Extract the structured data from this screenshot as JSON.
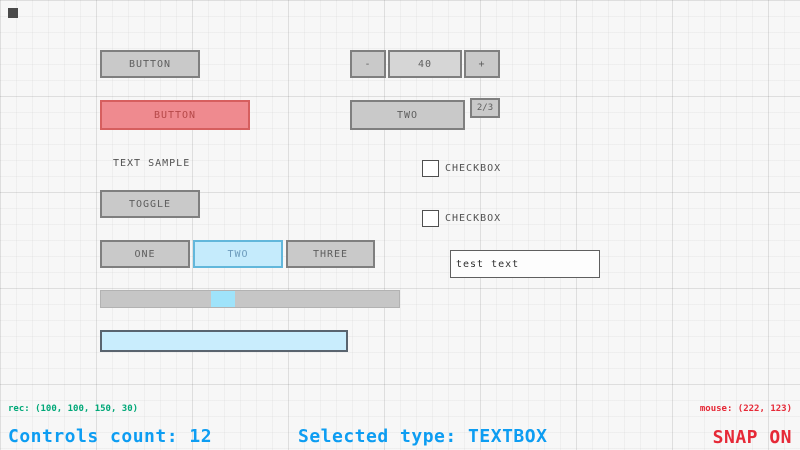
{
  "controls": {
    "button": {
      "label": "BUTTON"
    },
    "button_red": {
      "label": "BUTTON"
    },
    "spinner": {
      "minus_label": "-",
      "value": "40",
      "plus_label": "+"
    },
    "combo_box": {
      "selected_label": "TWO",
      "index_label": "2/3"
    },
    "text_label": {
      "text": "TEXT SAMPLE"
    },
    "toggle": {
      "label": "TOGGLE"
    },
    "toggle_group": {
      "items": [
        "ONE",
        "TWO",
        "THREE"
      ],
      "selected": "TWO"
    },
    "checkbox_1": {
      "label": "CHECKBOX",
      "checked": false
    },
    "checkbox_2": {
      "label": "CHECKBOX",
      "checked": false
    },
    "text_box": {
      "value": "test text"
    },
    "slider": {
      "handle_position_ratio": 0.4
    },
    "progress_bar": {
      "fill_ratio": 1
    }
  },
  "status": {
    "rec_info": "rec: (100, 100, 150, 30)",
    "mouse_info": "mouse: (222, 123)",
    "controls_count": "Controls count: 12",
    "selected_type": "Selected type: TEXTBOX",
    "snap_label": "SNAP ON"
  },
  "colors": {
    "status_blue": "#0d9df2",
    "status_red": "#e62937",
    "status_green": "#00a878",
    "gray_control_fill": "#c9c9c9",
    "gray_control_border": "#7f7f7f",
    "red_button_fill": "#ef8a8f",
    "selected_toggle_fill": "#c5ebfc",
    "accent_blue_fill": "#c9edfd"
  }
}
